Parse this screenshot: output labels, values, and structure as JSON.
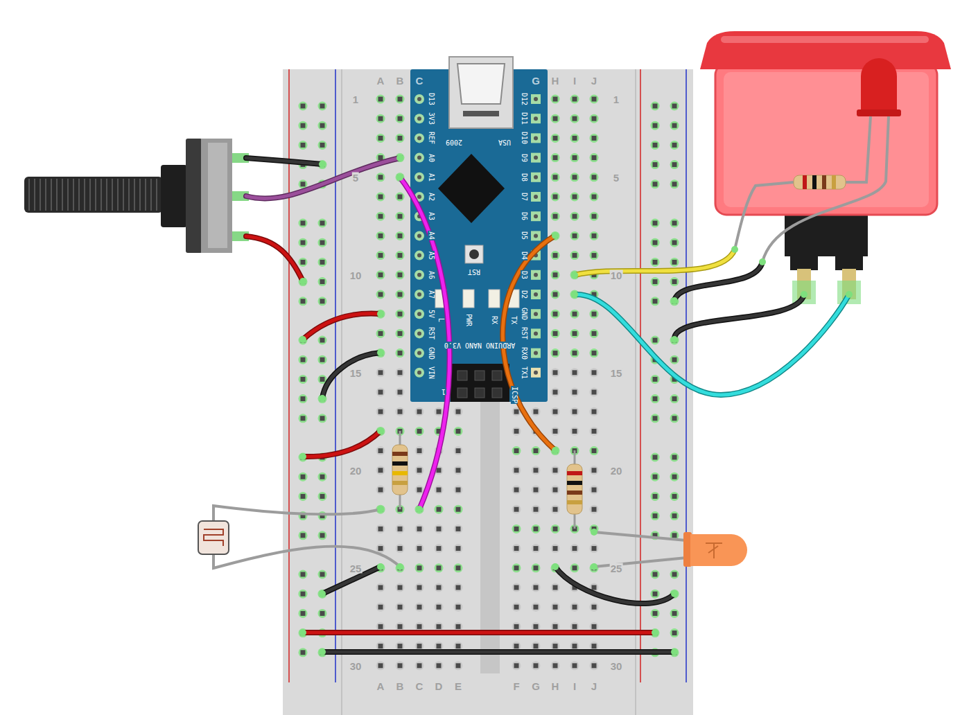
{
  "diagram": {
    "nodes": [
      {
        "text": [
          "D13",
          "3V3",
          "REF",
          "A0",
          "A1",
          "A2",
          "A3",
          "A4",
          "A5",
          "A6",
          "A7",
          "5V",
          "RST",
          "GND",
          "VIN",
          "D12",
          "D11",
          "D10",
          "D9",
          "D8",
          "D7",
          "D6",
          "D5",
          "D4",
          "D3",
          "D2",
          "GND",
          "RST",
          "RX0",
          "TX1",
          "2009",
          "USA",
          "RST",
          "ARDUINO NANO V3.0",
          "L",
          "PWR",
          "RX",
          "TX",
          "ICSP",
          "1"
        ]
      }
    ],
    "labels": [
      "A",
      "B",
      "C",
      "G",
      "H",
      "I",
      "J",
      "1",
      "5",
      "10",
      "15",
      "20",
      "25",
      "30",
      "1",
      "5",
      "10",
      "15",
      "20",
      "25",
      "30",
      "A",
      "B",
      "C",
      "D",
      "E",
      "F",
      "G",
      "H",
      "I",
      "J"
    ]
  }
}
